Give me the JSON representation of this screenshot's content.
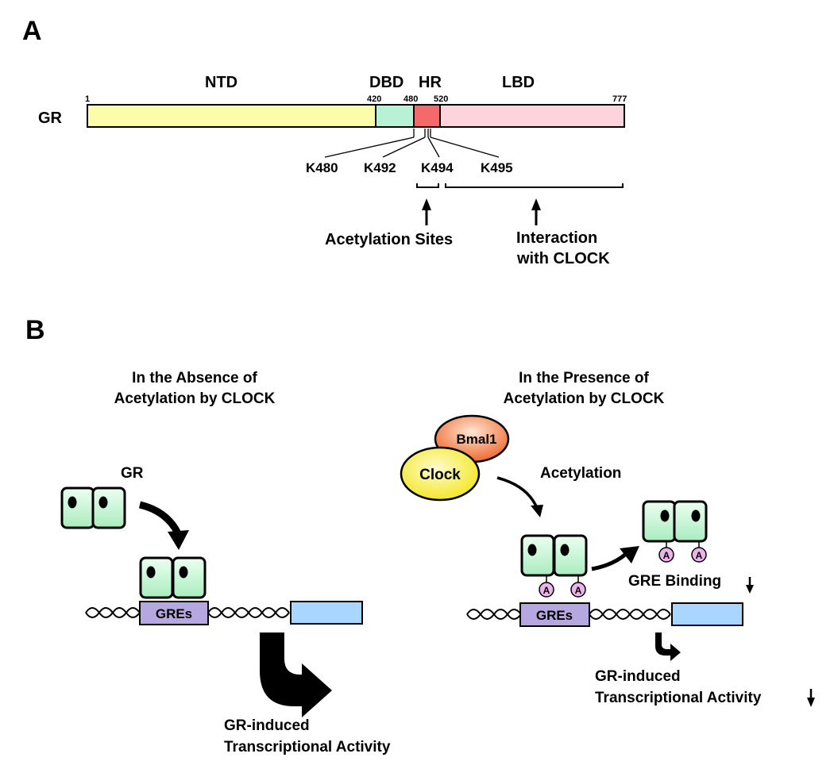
{
  "panel_a": {
    "label": "A",
    "protein": "GR",
    "domains": {
      "ntd": "NTD",
      "dbd": "DBD",
      "hr": "HR",
      "lbd": "LBD"
    },
    "positions": [
      "1",
      "420",
      "480",
      "520",
      "777"
    ],
    "sites": [
      "K480",
      "K492",
      "K494",
      "K495"
    ],
    "arrow_labels": {
      "acetylation": "Acetylation Sites",
      "interaction_line1": "Interaction",
      "interaction_line2": "with CLOCK"
    }
  },
  "panel_b": {
    "label": "B",
    "left": {
      "title_line1": "In the Absence of",
      "title_line2": "Acetylation by CLOCK",
      "gr_label": "GR",
      "gres": "GREs",
      "out_line1": "GR-induced",
      "out_line2": "Transcriptional Activity"
    },
    "right": {
      "title_line1": "In the Presence of",
      "title_line2": "Acetylation by CLOCK",
      "bmal1": "Bmal1",
      "clock": "Clock",
      "acetylation": "Acetylation",
      "acetyl_mark": "A",
      "gre_binding": "GRE Binding",
      "gres": "GREs",
      "out_line1": "GR-induced",
      "out_line2": "Transcriptional Activity"
    }
  },
  "colors": {
    "ntd": "#fdfca8",
    "dbd": "#b8f2d6",
    "hr": "#f46a6a",
    "lbd": "#fdd4dc",
    "gres": "#b7a7e0",
    "gene": "#a9d6ff",
    "gr_monomer": "#c9f5d6",
    "acetyl": "#eab4ea",
    "clock": "#f6ef2a",
    "bmal1": "#ef6a2a"
  }
}
